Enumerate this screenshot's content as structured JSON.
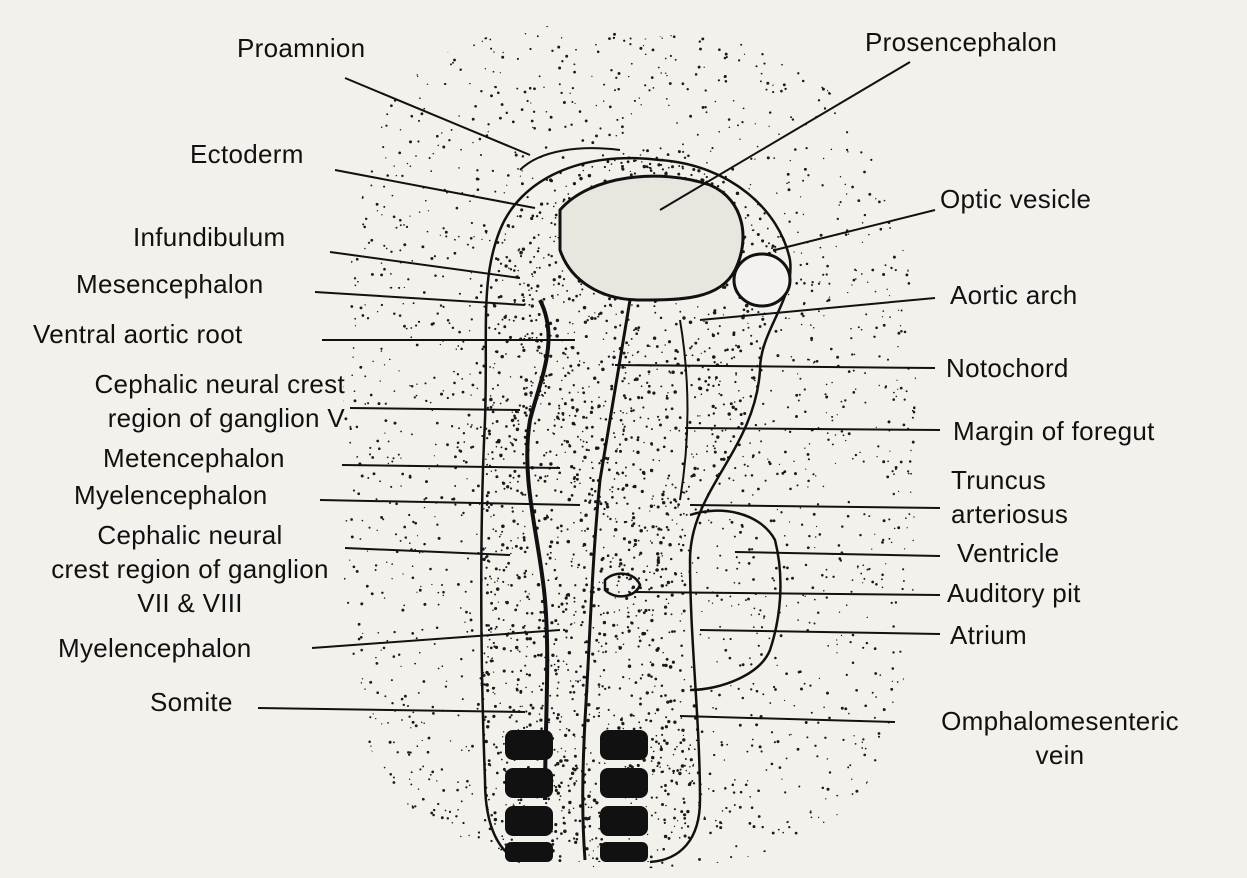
{
  "colors": {
    "paper": "#f3f1ec",
    "ink": "#111111",
    "stipple": "#1a1a1a"
  },
  "labels": {
    "proamnion": "Proamnion",
    "prosencephalon": "Prosencephalon",
    "ectoderm": "Ectoderm",
    "optic_vesicle": "Optic vesicle",
    "infundibulum": "Infundibulum",
    "mesencephalon": "Mesencephalon",
    "aortic_arch": "Aortic arch",
    "ventral_aortic_root": "Ventral aortic root",
    "notochord": "Notochord",
    "cephalic_crest_v_line1": "Cephalic neural crest",
    "cephalic_crest_v_line2": "region of ganglion V",
    "margin_of_foregut": "Margin of foregut",
    "metencephalon": "Metencephalon",
    "truncus_line1": "Truncus",
    "truncus_line2": "arteriosus",
    "myelencephalon_upper": "Myelencephalon",
    "cephalic_crest_vii_line1": "Cephalic neural",
    "cephalic_crest_vii_line2": "crest region of ganglion",
    "cephalic_crest_vii_line3": "VII & VIII",
    "ventricle": "Ventricle",
    "auditory_pit": "Auditory pit",
    "myelencephalon_lower": "Myelencephalon",
    "atrium": "Atrium",
    "somite": "Somite",
    "omphalomesenteric_line1": "Omphalomesenteric",
    "omphalomesenteric_line2": "vein"
  }
}
